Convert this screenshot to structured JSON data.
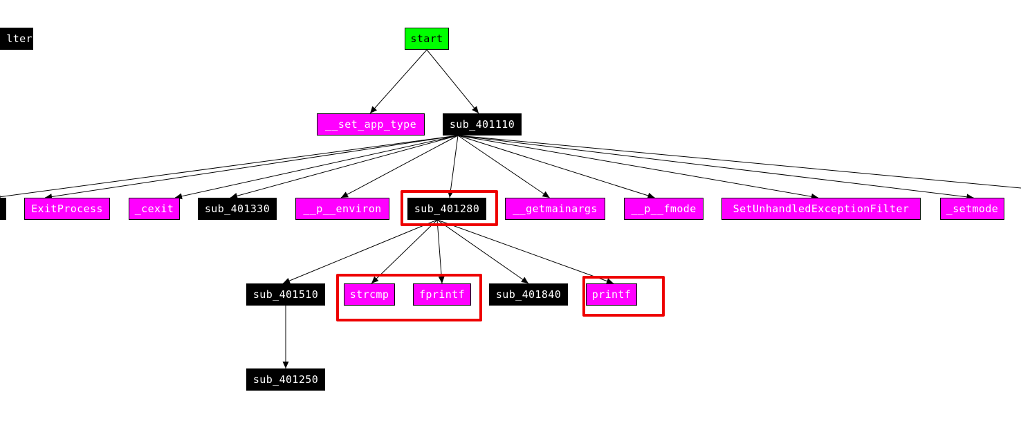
{
  "graph": {
    "colors": {
      "start": "#00ff00",
      "local": "#000000",
      "import": "#ff00ff",
      "edge": "#000000",
      "highlight": "#ee0000"
    },
    "nodes": [
      {
        "id": "lter",
        "label": "lter",
        "kind": "local"
      },
      {
        "id": "start",
        "label": "start",
        "kind": "start"
      },
      {
        "id": "set_app_type",
        "label": "__set_app_type",
        "kind": "import"
      },
      {
        "id": "sub_401110",
        "label": "sub_401110",
        "kind": "local"
      },
      {
        "id": "offscreen_left",
        "label": "",
        "kind": "local"
      },
      {
        "id": "ExitProcess",
        "label": "ExitProcess",
        "kind": "import"
      },
      {
        "id": "cexit",
        "label": "_cexit",
        "kind": "import"
      },
      {
        "id": "sub_401330",
        "label": "sub_401330",
        "kind": "local"
      },
      {
        "id": "p_environ",
        "label": "__p__environ",
        "kind": "import"
      },
      {
        "id": "sub_401280",
        "label": "sub_401280",
        "kind": "local"
      },
      {
        "id": "getmainargs",
        "label": "__getmainargs",
        "kind": "import"
      },
      {
        "id": "p_fmode",
        "label": "__p__fmode",
        "kind": "import"
      },
      {
        "id": "SetUnhandledExceptionFilter",
        "label": "SetUnhandledExceptionFilter",
        "kind": "import"
      },
      {
        "id": "setmode",
        "label": "_setmode",
        "kind": "import"
      },
      {
        "id": "sub_401510",
        "label": "sub_401510",
        "kind": "local"
      },
      {
        "id": "strcmp",
        "label": "strcmp",
        "kind": "import"
      },
      {
        "id": "fprintf",
        "label": "fprintf",
        "kind": "import"
      },
      {
        "id": "sub_401840",
        "label": "sub_401840",
        "kind": "local"
      },
      {
        "id": "printf",
        "label": "printf",
        "kind": "import"
      },
      {
        "id": "sub_401250",
        "label": "sub_401250",
        "kind": "local"
      }
    ],
    "edges": [
      [
        "start",
        "set_app_type"
      ],
      [
        "start",
        "sub_401110"
      ],
      [
        "sub_401110",
        "offscreen_left"
      ],
      [
        "sub_401110",
        "ExitProcess"
      ],
      [
        "sub_401110",
        "cexit"
      ],
      [
        "sub_401110",
        "sub_401330"
      ],
      [
        "sub_401110",
        "p_environ"
      ],
      [
        "sub_401110",
        "sub_401280"
      ],
      [
        "sub_401110",
        "getmainargs"
      ],
      [
        "sub_401110",
        "p_fmode"
      ],
      [
        "sub_401110",
        "SetUnhandledExceptionFilter"
      ],
      [
        "sub_401110",
        "setmode"
      ],
      [
        "sub_401110",
        "offscreen_right"
      ],
      [
        "sub_401280",
        "sub_401510"
      ],
      [
        "sub_401280",
        "strcmp"
      ],
      [
        "sub_401280",
        "fprintf"
      ],
      [
        "sub_401280",
        "sub_401840"
      ],
      [
        "sub_401280",
        "printf"
      ],
      [
        "sub_401510",
        "sub_401250"
      ]
    ],
    "highlights": [
      {
        "id": "hl_sub_401280",
        "targets": [
          "sub_401280"
        ]
      },
      {
        "id": "hl_strcmp_fprintf",
        "targets": [
          "strcmp",
          "fprintf"
        ]
      },
      {
        "id": "hl_printf",
        "targets": [
          "printf"
        ]
      }
    ]
  }
}
